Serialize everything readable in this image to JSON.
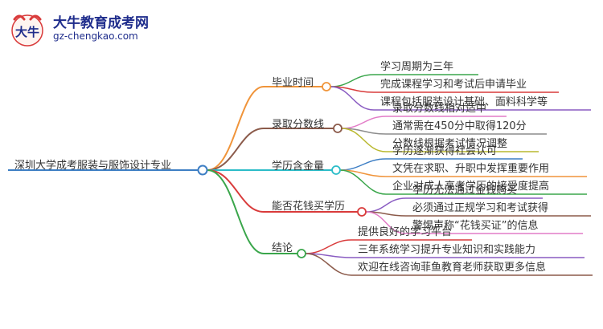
{
  "logo": {
    "title": "大牛教育成考网",
    "url": "gz-chengkao.com",
    "mark_text": "大牛"
  },
  "mindmap": {
    "root": {
      "label": "深圳大学成考服装与服饰设计专业",
      "color": "#3d7ec4"
    },
    "branches": [
      {
        "label": "毕业时间",
        "color": "#f0943a",
        "children": [
          {
            "label": "学习周期为三年",
            "color": "#3aa64b"
          },
          {
            "label": "完成课程学习和考试后申请毕业",
            "color": "#d93b3b"
          },
          {
            "label": "课程包括服装设计基础、面料科学等",
            "color": "#8a5cc2"
          }
        ]
      },
      {
        "label": "录取分数线",
        "color": "#8b5a4a",
        "children": [
          {
            "label": "录取分数线相对适中",
            "color": "#e27bc7"
          },
          {
            "label": "通常需在450分中取得120分",
            "color": "#8c8c8c"
          },
          {
            "label": "分数线根据考试情况调整",
            "color": "#b9b82e"
          }
        ]
      },
      {
        "label": "学历含金量",
        "color": "#2bbcc8",
        "children": [
          {
            "label": "学历逐渐获得社会认可",
            "color": "#3d7ec4"
          },
          {
            "label": "文凭在求职、升职中发挥重要作用",
            "color": "#f0943a"
          },
          {
            "label": "企业对成人高考学历的接受度提高",
            "color": "#3aa64b"
          }
        ]
      },
      {
        "label": "能否花钱买学历",
        "color": "#d93b3b",
        "children": [
          {
            "label": "学历无法通过金钱购买",
            "color": "#8a5cc2"
          },
          {
            "label": "必须通过正规学习和考试获得",
            "color": "#8b5a4a"
          },
          {
            "label": "警惕声称“花钱买证”的信息",
            "color": "#e27bc7"
          }
        ]
      },
      {
        "label": "结论",
        "color": "#3aa64b",
        "children": [
          {
            "label": "提供良好的学习平台",
            "color": "#d93b3b"
          },
          {
            "label": "三年系统学习提升专业知识和实践能力",
            "color": "#8a5cc2"
          },
          {
            "label": "欢迎在线咨询菲鱼教育老师获取更多信息",
            "color": "#8b5a4a"
          }
        ]
      }
    ]
  }
}
